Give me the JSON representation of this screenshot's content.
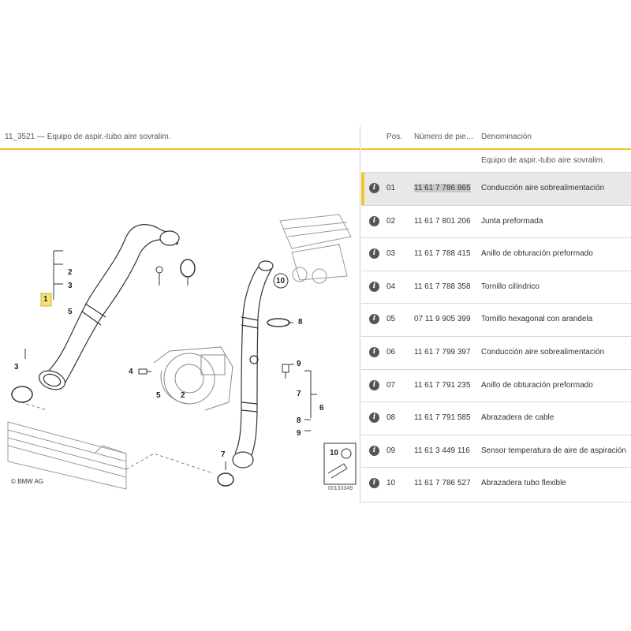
{
  "diagram": {
    "title": "11_3521 — Equipo de aspir.-tubo aire sovralim.",
    "copyright": "© BMW AG",
    "image_id": "00133349",
    "callouts": {
      "c1": "1",
      "c2a": "2",
      "c3a": "3",
      "c5a": "5",
      "c5b": "5",
      "c2b": "2",
      "c3b": "3",
      "c4": "4",
      "c10": "10",
      "c8": "8",
      "c9a": "9",
      "c7a": "7",
      "c6": "6",
      "c8b": "8",
      "c9b": "9",
      "c7b": "7",
      "c10b": "10"
    }
  },
  "table": {
    "headers": {
      "pos": "Pos.",
      "part": "Número de pie…",
      "name": "Denominación"
    },
    "group_label": "Equipo de aspir.-tubo aire sovralim.",
    "rows": [
      {
        "pos": "01",
        "part": "11 61 7 786 865",
        "name": "Conducción aire sobrealimentación"
      },
      {
        "pos": "02",
        "part": "11 61 7 801 206",
        "name": "Junta preformada"
      },
      {
        "pos": "03",
        "part": "11 61 7 788 415",
        "name": "Anillo de obturación preformado"
      },
      {
        "pos": "04",
        "part": "11 61 7 788 358",
        "name": "Tornillo cilíndrico"
      },
      {
        "pos": "05",
        "part": "07 11 9 905 399",
        "name": "Tornillo hexagonal con arandela"
      },
      {
        "pos": "06",
        "part": "11 61 7 799 397",
        "name": "Conducción aire sobrealimentación"
      },
      {
        "pos": "07",
        "part": "11 61 7 791 235",
        "name": "Anillo de obturación preformado"
      },
      {
        "pos": "08",
        "part": "11 61 7 791 585",
        "name": "Abrazadera de cable"
      },
      {
        "pos": "09",
        "part": "11 61 3 449 116",
        "name": "Sensor temperatura de aire de aspiración"
      },
      {
        "pos": "10",
        "part": "11 61 7 786 527",
        "name": "Abrazadera tubo flexible"
      }
    ],
    "selected_row": "01",
    "info_icon_glyph": "i"
  },
  "colors": {
    "accent": "#f2c230",
    "selected_bg": "#e8e8e8",
    "icon": "#555555"
  }
}
